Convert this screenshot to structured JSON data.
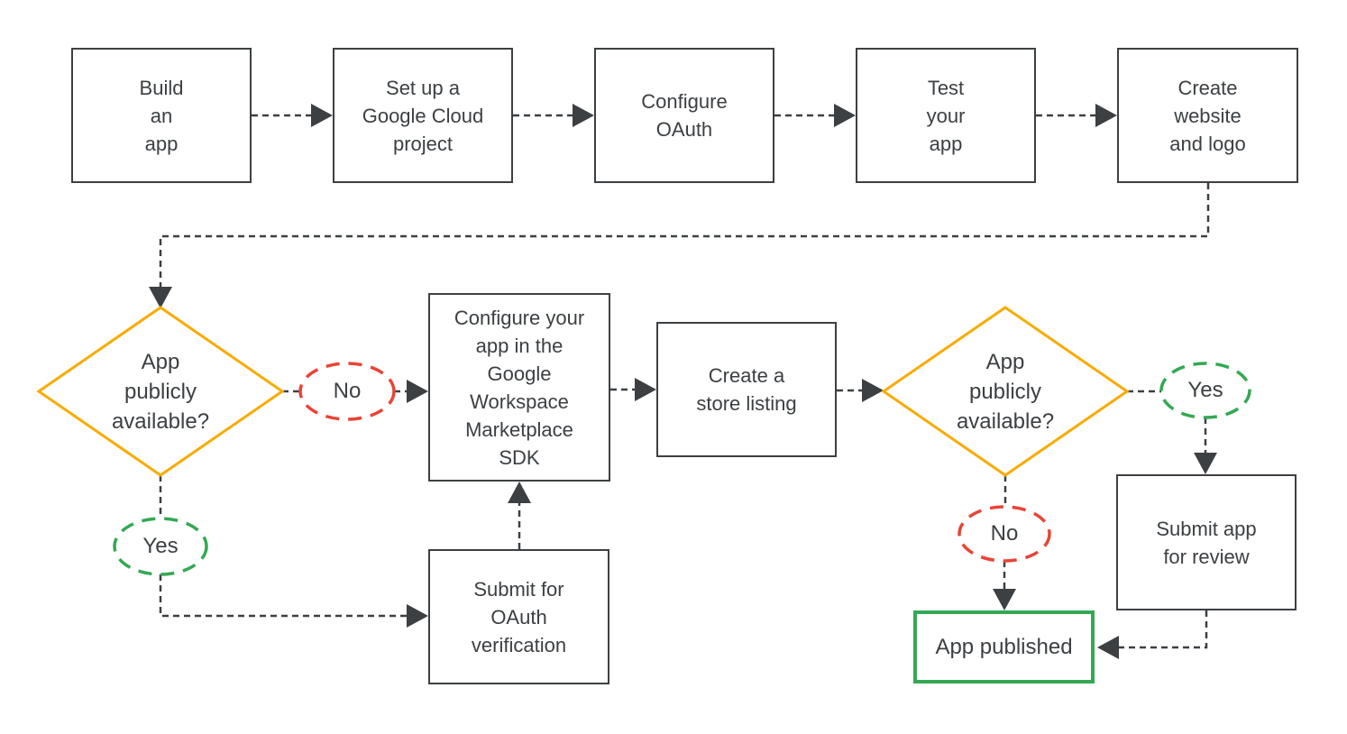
{
  "flowchart": {
    "steps": {
      "build_app": "Build\nan\napp",
      "setup_project": "Set up a\nGoogle Cloud\nproject",
      "configure_oauth": "Configure\nOAuth",
      "test_app": "Test\nyour\napp",
      "create_website": "Create\nwebsite\nand logo",
      "configure_marketplace_sdk": "Configure your\napp in the\nGoogle\nWorkspace\nMarketplace\nSDK",
      "create_store_listing": "Create a\nstore listing",
      "submit_oauth_verification": "Submit for\nOAuth\nverification",
      "submit_app_review": "Submit app\nfor review",
      "app_published": "App published"
    },
    "decisions": {
      "app_publicly_available_1": "App\npublicly\navailable?",
      "app_publicly_available_2": "App\npublicly\navailable?"
    },
    "branch_labels": {
      "no_1": "No",
      "yes_1": "Yes",
      "yes_2": "Yes",
      "no_2": "No"
    },
    "colors": {
      "line_and_text": "#3C4043",
      "process_border": "#3C4043",
      "decision_border": "#F9AB00",
      "yes_oval": "#34A853",
      "no_oval": "#EA4335",
      "published_border": "#34A853",
      "background": "#FFFFFF"
    },
    "edges": [
      {
        "from": "build_app",
        "to": "setup_project"
      },
      {
        "from": "setup_project",
        "to": "configure_oauth"
      },
      {
        "from": "configure_oauth",
        "to": "test_app"
      },
      {
        "from": "test_app",
        "to": "create_website"
      },
      {
        "from": "create_website",
        "to": "app_publicly_available_1"
      },
      {
        "from": "app_publicly_available_1",
        "label": "No",
        "to": "configure_marketplace_sdk"
      },
      {
        "from": "app_publicly_available_1",
        "label": "Yes",
        "to": "submit_oauth_verification"
      },
      {
        "from": "submit_oauth_verification",
        "to": "configure_marketplace_sdk"
      },
      {
        "from": "configure_marketplace_sdk",
        "to": "create_store_listing"
      },
      {
        "from": "create_store_listing",
        "to": "app_publicly_available_2"
      },
      {
        "from": "app_publicly_available_2",
        "label": "Yes",
        "to": "submit_app_review"
      },
      {
        "from": "app_publicly_available_2",
        "label": "No",
        "to": "app_published"
      },
      {
        "from": "submit_app_review",
        "to": "app_published"
      }
    ]
  }
}
